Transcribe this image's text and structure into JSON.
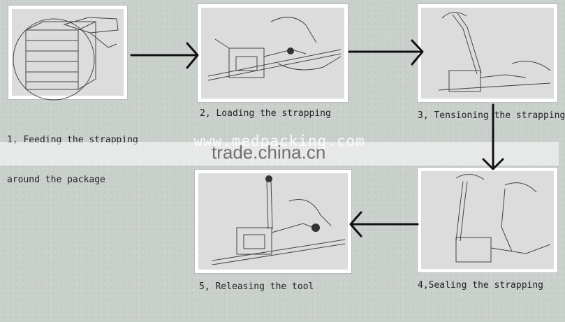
{
  "steps": [
    {
      "line1": "1, Feeding the strapping",
      "line2": "around the package"
    },
    {
      "line1": "2, Loading the strapping"
    },
    {
      "line1": "3, Tensioning the strapping"
    },
    {
      "line1": "4,Sealing the strapping"
    },
    {
      "line1": "5, Releasing the tool"
    }
  ],
  "watermark": {
    "url": "www.medpacking.com",
    "brand": "trade.china.cn"
  },
  "colors": {
    "background": "#c9cfcb",
    "frame": "#ffffff",
    "photo": "#dcdcdc",
    "arrow": "#111111"
  }
}
